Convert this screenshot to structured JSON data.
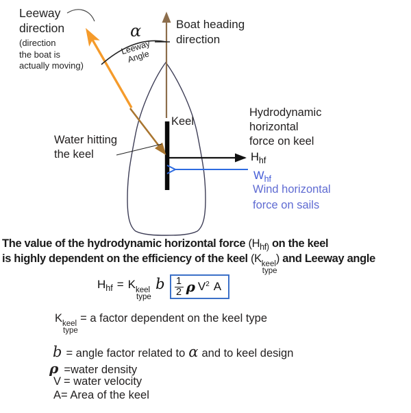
{
  "colors": {
    "leeway_arrow_orange": "#F59B2B",
    "water_arrow_brown": "#A9752F",
    "heading_arrow_brown": "#8C6D4B",
    "hhf_arrow_black": "#111111",
    "whf_arrow_blue": "#2E6BE0",
    "whf_text_blue": "#4059D6",
    "wind_text_blue": "#5F6BD2",
    "formula_box_blue": "#3B70C8",
    "hull_outline": "#3C3C55"
  },
  "labels": {
    "leeway_direction": {
      "line1": "Leeway",
      "line2": "direction",
      "small1": "(direction",
      "small2": "the boat is",
      "small3": "actually moving)"
    },
    "boat_heading": {
      "line1": "Boat heading",
      "line2": "direction"
    },
    "alpha": "α",
    "leeway_angle": {
      "line1": "Leeway",
      "line2": "Angle"
    },
    "keel": "Keel",
    "water_hitting": {
      "line1": "Water hitting",
      "line2": "the keel"
    },
    "hydro_force": {
      "line1": "Hydrodynamic",
      "line2": "horizontal",
      "line3": "force on keel"
    },
    "hhf": {
      "main": "H",
      "sub": "hf"
    },
    "whf": {
      "main": "W",
      "sub": "hf"
    },
    "wind_force": {
      "line1": "Wind horizontal",
      "line2": "force on sails"
    }
  },
  "title": {
    "l1_bold": "The value of the hydrodynamic horizontal force ",
    "l1_paren": "(H",
    "l1_sub": "hf)",
    "l1_end": " on the keel",
    "l2_bold": "is highly dependent on the efficiency of the keel ",
    "l2_paren": "(K",
    "l2_sub_top": "keel",
    "l2_sub_bottom": "type",
    "l2_close": ")",
    "l2_end": " and Leeway angle"
  },
  "formula": {
    "h": "H",
    "h_sub": "hf",
    "equals": "=",
    "k": "K",
    "k_sub_top": "keel",
    "k_sub_bottom": "type",
    "b": "b",
    "frac_num": "1",
    "frac_den": "2",
    "rho": "ρ",
    "v": "V",
    "v_exp": "2",
    "a": "A"
  },
  "definitions": {
    "k": {
      "sym": "K",
      "sub_top": "keel",
      "sub_bottom": "type",
      "text": "= a factor dependent on the keel type"
    },
    "b": {
      "sym": "b",
      "text_before": "= angle factor related to",
      "alpha": "α",
      "text_after": "and to keel design"
    },
    "rho": {
      "sym": "ρ",
      "text": "=water density"
    },
    "v": {
      "sym": "V",
      "text": "= water velocity"
    },
    "a": {
      "sym": "A",
      "text": "= Area of the keel"
    }
  }
}
